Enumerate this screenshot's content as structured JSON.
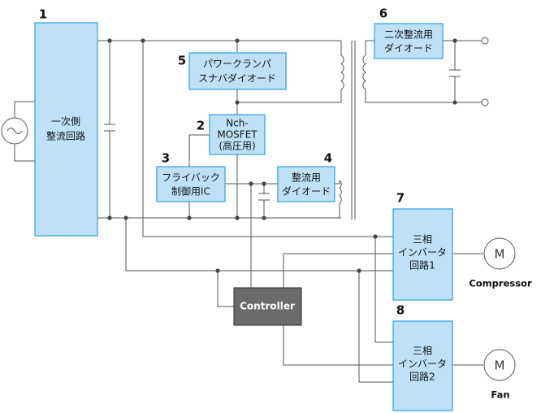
{
  "blocks": {
    "b1": {
      "number": "1",
      "line1": "一次側",
      "line2": "整流回路"
    },
    "b2": {
      "number": "2",
      "line1": "Nch-",
      "line2": "MOSFET",
      "line3": "(高圧用)"
    },
    "b3": {
      "number": "3",
      "line1": "フライバック",
      "line2": "制御用IC"
    },
    "b4": {
      "number": "4",
      "line1": "整流用",
      "line2": "ダイオード"
    },
    "b5": {
      "number": "5",
      "line1": "パワークランパ",
      "line2": "スナバダイオード"
    },
    "b6": {
      "number": "6",
      "line1": "二次整流用",
      "line2": "ダイオード"
    },
    "b7": {
      "number": "7",
      "line1": "三相",
      "line2": "インバータ",
      "line3": "回路1"
    },
    "b8": {
      "number": "8",
      "line1": "三相",
      "line2": "インバータ",
      "line3": "回路2"
    }
  },
  "controller": {
    "label": "Controller"
  },
  "motors": [
    {
      "symbol": "M",
      "caption": "Compressor"
    },
    {
      "symbol": "M",
      "caption": "Fan"
    }
  ]
}
